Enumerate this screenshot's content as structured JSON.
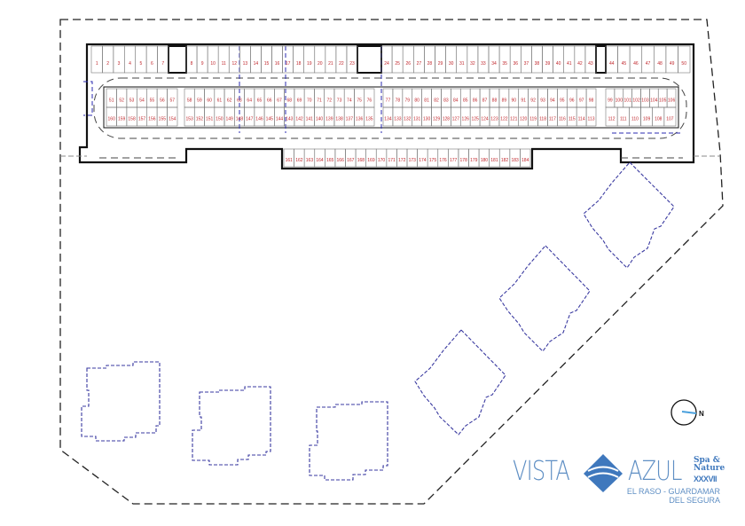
{
  "plan": {
    "parking_rows": [
      {
        "name": "top-row",
        "blocks": [
          {
            "from": 1,
            "to": 7
          },
          {
            "from": 8,
            "to": 23
          },
          {
            "from": 24,
            "to": 43
          },
          {
            "from": 44,
            "to": 50
          }
        ]
      },
      {
        "name": "middle-upper-row",
        "blocks": [
          {
            "from": 51,
            "to": 57
          },
          {
            "from": 58,
            "to": 76
          },
          {
            "from": 77,
            "to": 98
          },
          {
            "from": 99,
            "to": 106
          }
        ]
      },
      {
        "name": "middle-lower-row",
        "blocks": [
          {
            "from": 160,
            "to": 154
          },
          {
            "from": 153,
            "to": 135
          },
          {
            "from": 134,
            "to": 113
          },
          {
            "from": 112,
            "to": 107
          }
        ]
      },
      {
        "name": "bottom-row",
        "blocks": [
          {
            "from": 161,
            "to": 184
          }
        ]
      }
    ],
    "compass_label": "N",
    "colors": {
      "outline": "#111111",
      "building": "#3a3aa0",
      "space_number": "#c0262b",
      "logo": "#3f78bd"
    }
  },
  "logo": {
    "word1": "VISTA",
    "word2": "AZUL",
    "tag1": "Spa &",
    "tag2": "Nature",
    "tag3": "XXXVII",
    "location1": "EL RASO - GUARDAMAR",
    "location2": "DEL SEGURA"
  }
}
